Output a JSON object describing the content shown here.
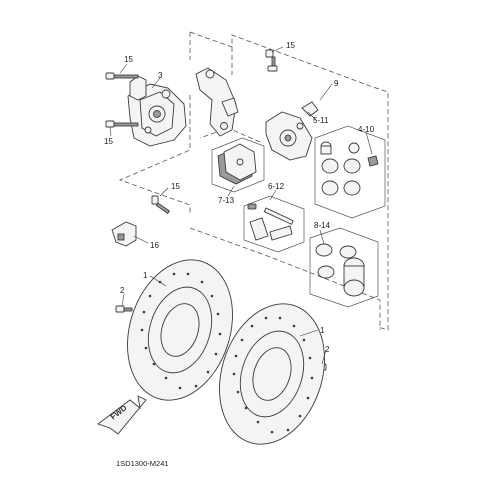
{
  "diagram": {
    "code": "1SD1300-M241",
    "fwd_label": "FWD",
    "callouts": {
      "c15a": "15",
      "c15b": "15",
      "c15c": "15",
      "c15d": "15",
      "c3": "3",
      "c9": "9",
      "c511": "5-11",
      "c410": "4-10",
      "c713": "7-13",
      "c612": "6-12",
      "c814": "8-14",
      "c16": "16",
      "c1a": "1",
      "c1b": "1",
      "c2a": "2",
      "c2b": "2"
    }
  }
}
